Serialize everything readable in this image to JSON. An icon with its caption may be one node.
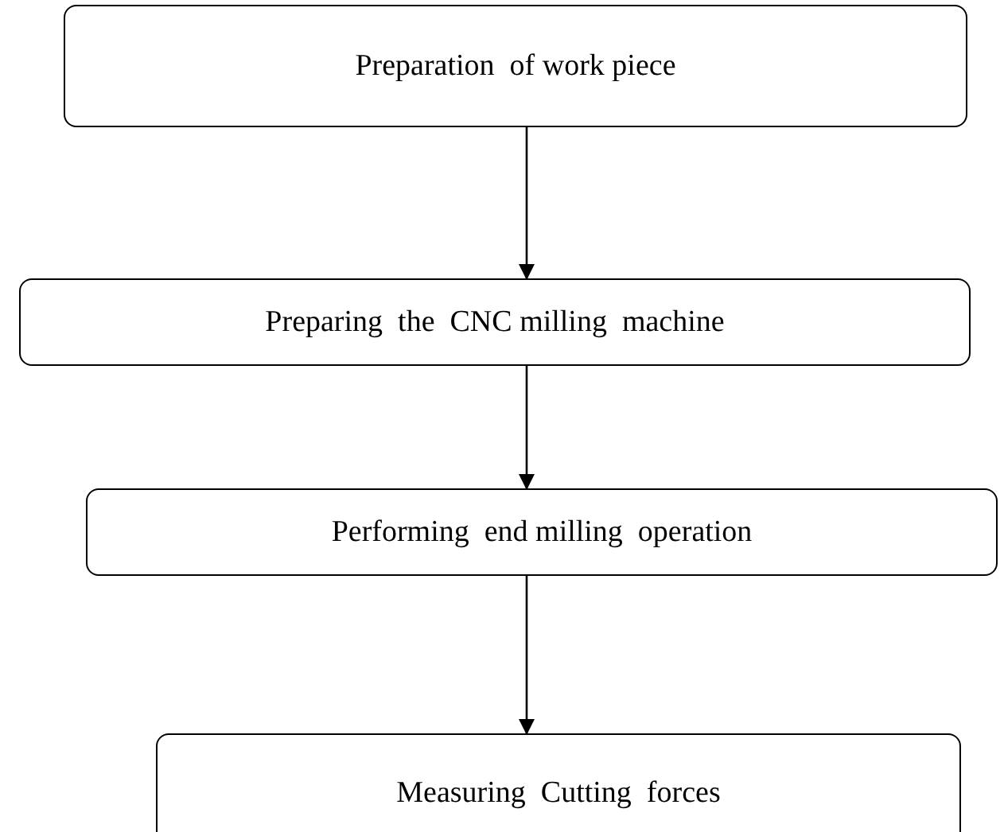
{
  "diagram": {
    "nodes": [
      {
        "text": [
          "Preparation  of work piece"
        ]
      },
      {
        "text": [
          "Preparing  the  CNC milling  machine"
        ]
      },
      {
        "text": [
          "Performing  end milling  operation"
        ]
      },
      {
        "text": [
          "Measuring  Cutting  forces"
        ]
      }
    ],
    "edges": [
      {
        "from": 0,
        "to": 1,
        "arrow": "to"
      },
      {
        "from": 1,
        "to": 2,
        "arrow": "to"
      },
      {
        "from": 2,
        "to": 3,
        "arrow": "to"
      }
    ]
  }
}
